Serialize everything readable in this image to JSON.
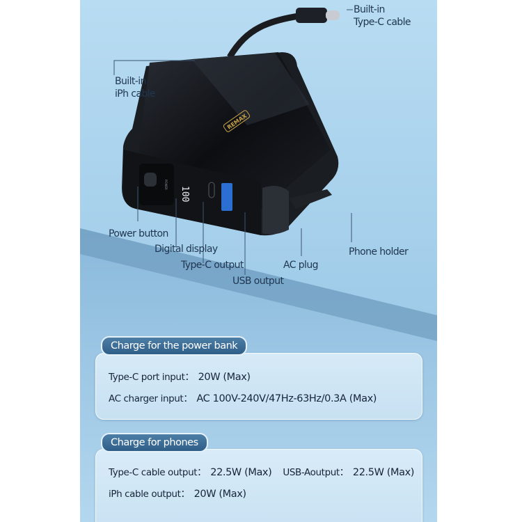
{
  "callouts": {
    "typec_cable": [
      "Built-in",
      "Type-C cable"
    ],
    "iph_cable": [
      "Built-in",
      "iPh cable"
    ],
    "power_button": "Power button",
    "digital_display": "Digital display",
    "typec_output": "Type-C output",
    "usb_output": "USB output",
    "ac_plug": "AC plug",
    "phone_holder": "Phone holder"
  },
  "device": {
    "brand": "REMAX",
    "display_value": "100",
    "power_label": "POWER"
  },
  "sections": [
    {
      "title": "Charge for the power bank",
      "rows": [
        {
          "label": "Type-C port input：",
          "value": "20W (Max)"
        },
        {
          "label": "AC charger input：",
          "value": "AC 100V-240V/47Hz-63Hz/0.3A (Max)"
        }
      ]
    },
    {
      "title": "Charge for phones",
      "rows": [
        {
          "label": "Type-C cable output：",
          "value": "22.5W (Max)",
          "label2": "USB-Aoutput：",
          "value2": "22.5W (Max)"
        },
        {
          "label": "iPh cable output：",
          "value": "20W (Max)"
        }
      ]
    }
  ],
  "colors": {
    "background": "#a9d2ec",
    "accent": "#2f5f88",
    "text": "#1f3550"
  }
}
